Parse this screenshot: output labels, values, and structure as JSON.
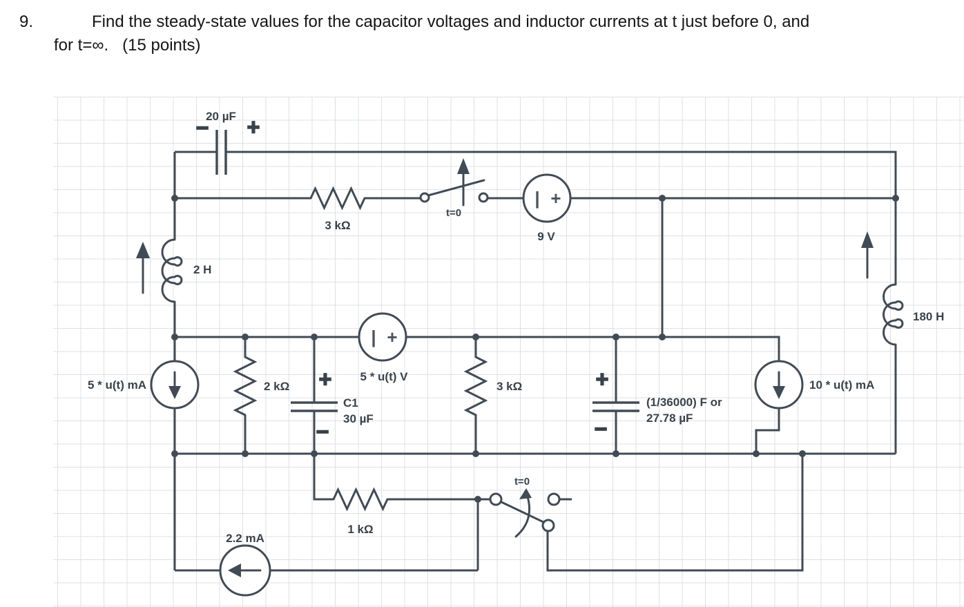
{
  "header": {
    "number": "9.",
    "line1": "Find the steady-state values for the capacitor voltages and inductor currents at t just before 0, and",
    "line2": "for t=∞.   (15 points)"
  },
  "colors": {
    "wire": "#414b55",
    "grid": "#dde0e4",
    "label": "#39424b",
    "text": "#151515",
    "background": "#ffffff"
  },
  "components": {
    "cap_20uF": {
      "label": "20 µF",
      "plus": "+",
      "minus": "−"
    },
    "res_3k_top": {
      "label": "3 kΩ"
    },
    "sw_top": {
      "label": "t=0"
    },
    "src_9V": {
      "minus": "|",
      "plus": "+",
      "label": "9 V"
    },
    "ind_2H": {
      "label": "2 H"
    },
    "ind_180H": {
      "label": "180 H"
    },
    "src_5mA": {
      "label": "5 * u(t) mA"
    },
    "res_2k": {
      "label": "2 kΩ"
    },
    "src_5V": {
      "minus": "|",
      "plus": "+",
      "label": "5 * u(t) V"
    },
    "cap_C1": {
      "plus": "+",
      "name": "C1",
      "value": "30 µF",
      "minus": "−"
    },
    "res_3k_mid": {
      "label": "3 kΩ"
    },
    "cap_27uF": {
      "plus": "+",
      "value_line1": "(1/36000) F or",
      "value_line2": "27.78 µF",
      "minus": "−"
    },
    "src_10mA": {
      "label": "10 * u(t) mA"
    },
    "res_1k": {
      "label": "1 kΩ"
    },
    "sw_bottom": {
      "label": "t=0"
    },
    "src_2_2mA": {
      "label": "2.2 mA"
    }
  }
}
